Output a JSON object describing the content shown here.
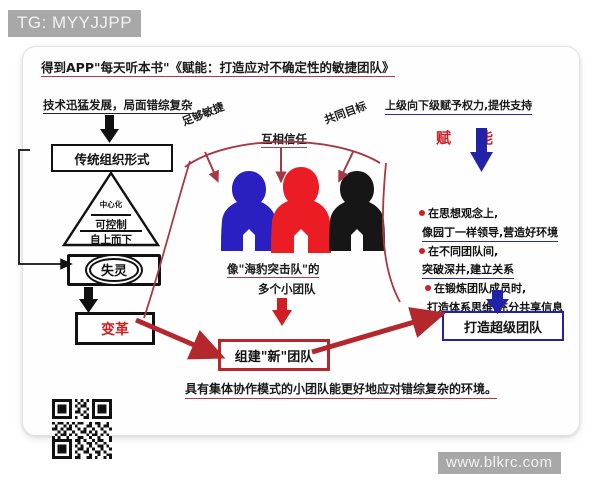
{
  "watermarks": {
    "top_left": "TG: MYYJJPP",
    "bottom_right": "www.blkrc.com"
  },
  "card": {
    "title": "得到APP\"每天听本书\"《赋能：打造应对不确定性的敏捷团队》",
    "left_branch": {
      "heading": "技术迅猛发展，局面错综复杂",
      "box_tradition": "传统组织形式",
      "pyramid": {
        "top": "中心化",
        "middle": "可控制",
        "bottom": "自上而下"
      },
      "box_fail": "失灵",
      "box_change": "变革"
    },
    "center_branch": {
      "labels": [
        "足够敏捷",
        "互相信任",
        "共同目标"
      ],
      "people": [
        {
          "name": "person-blue",
          "color": "#2a1fc0"
        },
        {
          "name": "person-red",
          "color": "#ec1c24"
        },
        {
          "name": "person-black",
          "color": "#161616"
        }
      ],
      "caption_line1": "像\"海豹突击队\"的",
      "caption_line2": "多个小团队",
      "box_newteam": "组建\"新\"团队"
    },
    "right_branch": {
      "heading": "上级向下级赋予权力,提供支持",
      "empower_left": "赋",
      "empower_right": "能",
      "bullets": [
        {
          "line1": "在思想观念上,",
          "line2": "像园丁一样领导,营造好环境"
        },
        {
          "line1": "在不同团队间,",
          "line2": "突破深井,建立关系"
        },
        {
          "line1": "在锻炼团队成员时,",
          "line2": "打造体系思维,充分共享信息"
        }
      ],
      "box_super": "打造超级团队"
    },
    "footer": "具有集体协作模式的小团队能更好地应对错综复杂的环境。"
  },
  "colors": {
    "red": "#d01f24",
    "dark_red": "#b3272d",
    "blue": "#2222a8",
    "black": "#111111",
    "underline_red": "#b03a4a",
    "watermark_bg": "#a8a8a8"
  }
}
